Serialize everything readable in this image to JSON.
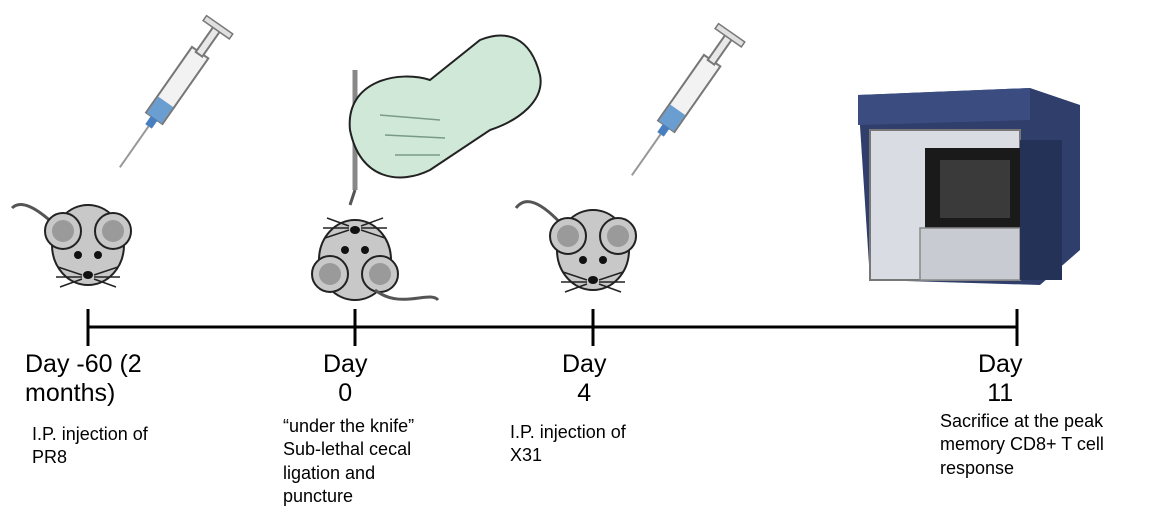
{
  "timeline": {
    "events": [
      {
        "day_label": "Day -60 (2\nmonths)",
        "description": "I.P. injection of\nPR8",
        "illustration": "mouse-with-syringe-icon"
      },
      {
        "day_label": "Day\n0",
        "description": "“under the knife”\nSub-lethal cecal\nligation and\npuncture",
        "illustration": "gloved-hand-scalpel-and-mouse-icon"
      },
      {
        "day_label": "Day\n4",
        "description": "I.P. injection of\nX31",
        "illustration": "mouse-with-syringe-icon"
      },
      {
        "day_label": "Day\n11",
        "description": "Sacrifice at the peak\nmemory CD8+ T cell\nresponse",
        "illustration": "flow-cytometer-icon"
      }
    ]
  },
  "colors": {
    "mouse_body": "#c8c8c8",
    "glove": "#cfe8d8",
    "syringe_liquid": "#6b9ed0",
    "instrument_body": "#2f3e6b",
    "axis": "#000000"
  }
}
